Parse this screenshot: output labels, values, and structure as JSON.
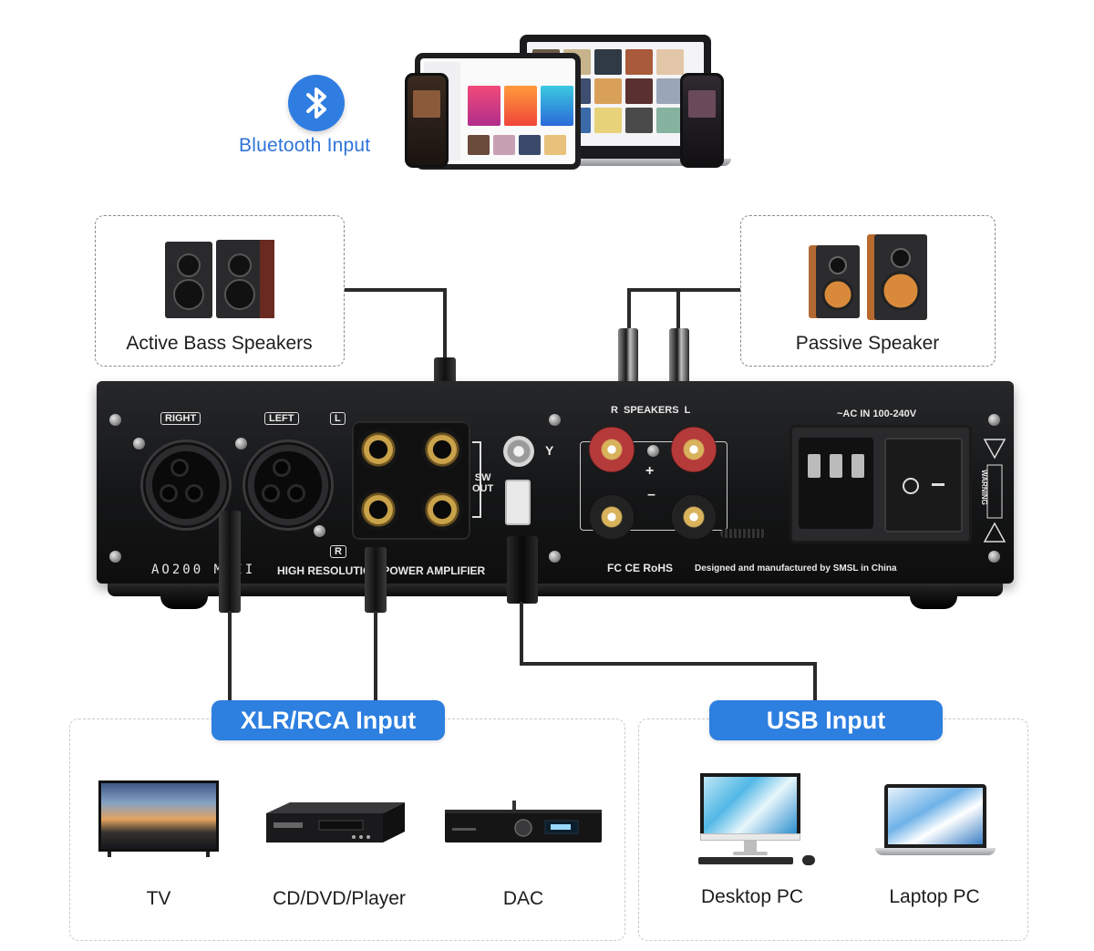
{
  "bluetooth": {
    "label": "Bluetooth Input",
    "icon": "bluetooth-icon"
  },
  "outputs": {
    "active": {
      "label": "Active Bass Speakers"
    },
    "passive": {
      "label": "Passive Speaker"
    }
  },
  "amplifier": {
    "model_text": "AO200 MKII",
    "subtitle": "HIGH RESOLUTION POWER AMPLIFIER",
    "xlr_right": "RIGHT",
    "xlr_left": "LEFT",
    "side_l": "L",
    "side_r": "R",
    "sw_out": "SW\nOUT",
    "speakers": "R  SPEAKERS  L",
    "plus": "+",
    "minus": "–",
    "ac_in": "~AC IN 100-240V",
    "warning": "WARNING",
    "maker": "Designed and manufactured by SMSL in China",
    "certs": "FC  CE  RoHS"
  },
  "inputs": {
    "xlr_rca": {
      "label": "XLR/RCA Input",
      "devices": [
        {
          "label": "TV",
          "icon": "tv-icon"
        },
        {
          "label": "CD/DVD/Player",
          "icon": "dvd-player-icon"
        },
        {
          "label": "DAC",
          "icon": "dac-icon"
        }
      ]
    },
    "usb": {
      "label": "USB Input",
      "devices": [
        {
          "label": "Desktop PC",
          "icon": "desktop-pc-icon"
        },
        {
          "label": "Laptop PC",
          "icon": "laptop-pc-icon"
        }
      ]
    }
  },
  "colors": {
    "accent": "#2d7fe0",
    "speaker_red": "#b53a3a",
    "amp_body": "#161718"
  }
}
